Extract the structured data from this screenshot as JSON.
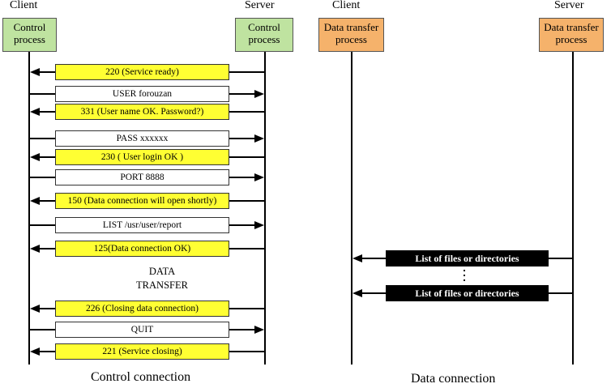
{
  "headers": {
    "client_left": "Client",
    "server_left": "Server",
    "client_right": "Client",
    "server_right": "Server"
  },
  "boxes": {
    "control_client": "Control process",
    "control_server": "Control process",
    "data_client": "Data transfer process",
    "data_server": "Data transfer process"
  },
  "messages": [
    {
      "text": "220  (Service ready)",
      "dir": "left",
      "style": "yellow"
    },
    {
      "text": "USER     forouzan",
      "dir": "right",
      "style": "white"
    },
    {
      "text": "331 (User name OK. Password?)",
      "dir": "left",
      "style": "yellow"
    },
    {
      "text": "PASS  xxxxxx",
      "dir": "right",
      "style": "white"
    },
    {
      "text": "230 ( User login OK     )",
      "dir": "left",
      "style": "yellow"
    },
    {
      "text": "PORT 8888",
      "dir": "right",
      "style": "white"
    },
    {
      "text": "150 (Data connection will open shortly)",
      "dir": "left",
      "style": "yellow"
    },
    {
      "text": "LIST /usr/user/report",
      "dir": "right",
      "style": "white"
    },
    {
      "text": "125(Data connection OK)",
      "dir": "left",
      "style": "yellow"
    },
    {
      "text": "226 (Closing data  connection)",
      "dir": "left",
      "style": "yellow"
    },
    {
      "text": "QUIT",
      "dir": "right",
      "style": "white"
    },
    {
      "text": "221 (Service closing)",
      "dir": "left",
      "style": "yellow"
    }
  ],
  "data_transfer_label": {
    "line1": "DATA",
    "line2": "TRANSFER"
  },
  "data_messages": [
    {
      "text": "List of files or directories",
      "dir": "left"
    },
    {
      "text": "List of files or directories",
      "dir": "left"
    }
  ],
  "ellipsis": "⋮",
  "captions": {
    "control": "Control connection",
    "data": "Data connection"
  },
  "colors": {
    "control_box": "#bfe3a0",
    "data_box": "#f5b26b",
    "reply": "#ffff33",
    "command": "#ffffff"
  }
}
